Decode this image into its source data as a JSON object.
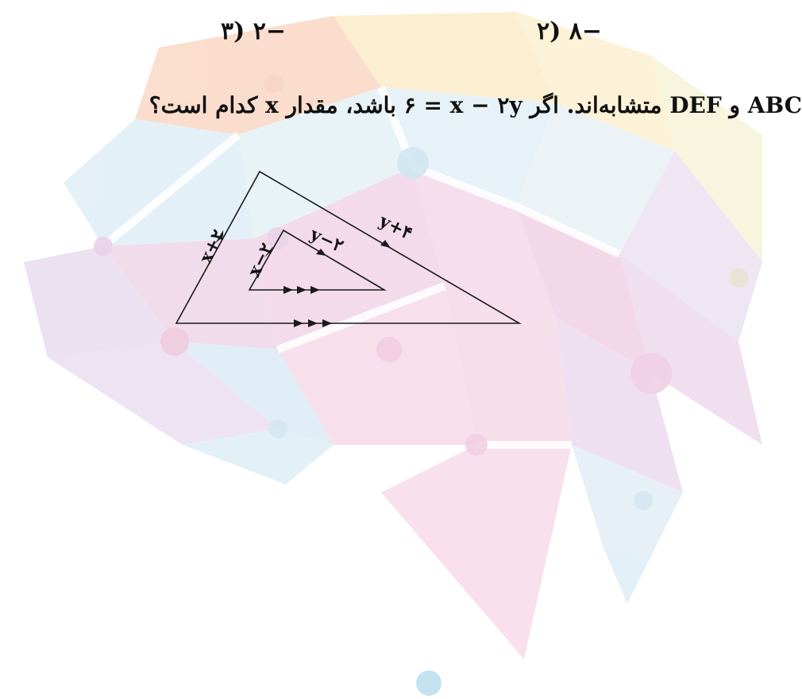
{
  "options": {
    "option_3": "−۲ (۳",
    "option_2": "−۸ (۲"
  },
  "question": {
    "part_abc": "ABC",
    "part_and": "و",
    "part_def": "DEF",
    "part_text1": "متشابه‌اند. اگر",
    "part_equation": "۶ = x − ۲y",
    "part_text2": "باشد، مقدار",
    "part_x": "x",
    "part_text3": "کدام است؟"
  },
  "figure": {
    "label_outer_left": "x+۲",
    "label_outer_top": "y+۴",
    "label_inner_left": "x−۲",
    "label_inner_top": "y−۲"
  },
  "watermark": {
    "icon": "brain-network-logo",
    "colors": [
      "#f7c9b0",
      "#fbe7b5",
      "#cfe6f2",
      "#e9c3dc",
      "#d9c6e6",
      "#cfe3ef"
    ]
  }
}
